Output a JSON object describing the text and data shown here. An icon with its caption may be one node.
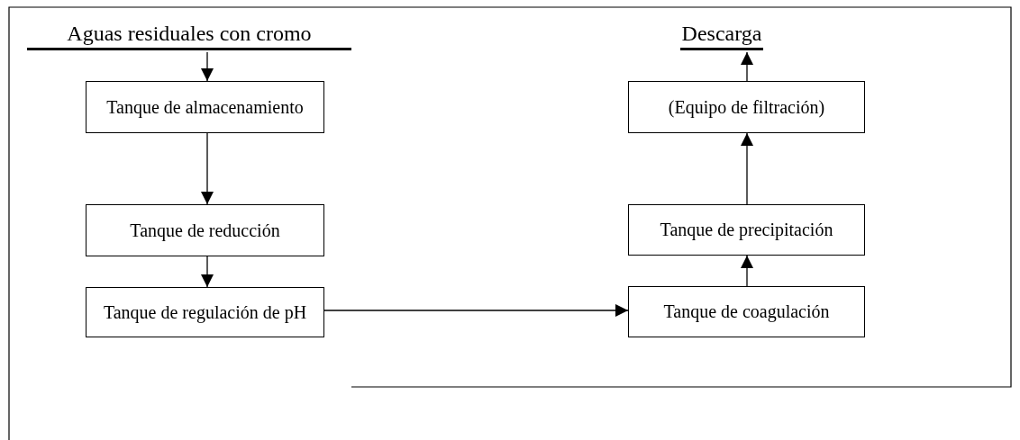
{
  "diagram": {
    "nodes": [
      {
        "text": [
          "Aguas residuales con cromo"
        ]
      },
      {
        "text": [
          "Tanque de almacenamiento"
        ]
      },
      {
        "text": [
          "Tanque de reducción"
        ]
      },
      {
        "text": [
          "Tanque de regulación de pH"
        ]
      },
      {
        "text": [
          "Tanque de coagulación"
        ]
      },
      {
        "text": [
          "Tanque de precipitación"
        ]
      },
      {
        "text": [
          "(Equipo de filtración)"
        ]
      },
      {
        "text": [
          "Descarga"
        ]
      }
    ],
    "edges": [
      {
        "from": 0,
        "to": 1,
        "arrow": "to"
      },
      {
        "from": 1,
        "to": 2,
        "arrow": "to"
      },
      {
        "from": 2,
        "to": 3,
        "arrow": "to"
      },
      {
        "from": 3,
        "to": 4,
        "arrow": "to"
      },
      {
        "from": 4,
        "to": 5,
        "arrow": "to"
      },
      {
        "from": 5,
        "to": 6,
        "arrow": "to"
      },
      {
        "from": 6,
        "to": 7,
        "arrow": "to"
      }
    ]
  }
}
